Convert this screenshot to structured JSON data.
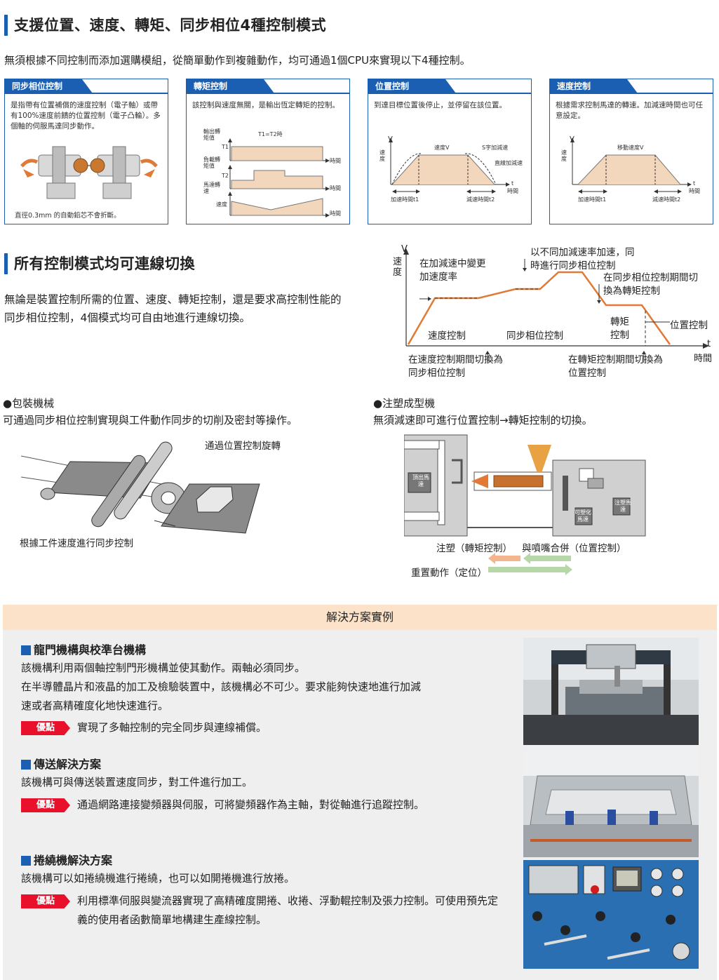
{
  "sec1": {
    "title": "支援位置、速度、轉矩、同步相位4種控制模式",
    "intro": "無須根據不同控制而添加選購模組，從簡單動作到複雜動作，均可通過1個CPU來實現以下4種控制。",
    "boxes": [
      {
        "title": "同步相位控制",
        "desc": "是指帶有位置補償的速度控制（電子軸）或帶有100%速度前饋的位置控制（電子凸輪）。多個軸的伺服馬達同步動作。",
        "note": "直徑0.3mm 的自動鉛芯不會折斷。"
      },
      {
        "title": "轉矩控制",
        "desc": "該控制與速度無關，是輸出恆定轉矩的控制。",
        "labels": {
          "out_torque": "輸出轉矩值",
          "t1": "T1",
          "t1t2": "T1=T2時",
          "load_torque": "負載轉矩值",
          "t2": "T2",
          "motor_speed": "馬達轉速",
          "speed": "速度",
          "time": "時間"
        }
      },
      {
        "title": "位置控制",
        "desc": "到達目標位置後停止，並停留在該位置。",
        "labels": {
          "v": "V",
          "speed_axis": "速度",
          "speed_v": "速度V",
          "s_curve": "S字加減速",
          "linear": "直線加減速",
          "t": "t",
          "time": "時間",
          "acc": "加速時間t1",
          "dec": "減速時間t2"
        }
      },
      {
        "title": "速度控制",
        "desc": "根據需求控制馬達的轉速。加減速時間也可任意設定。",
        "labels": {
          "v": "V",
          "speed_axis": "速度",
          "move_v": "移動速度V",
          "t": "t",
          "time": "時間",
          "acc": "加速時間t1",
          "dec": "減速時間t2"
        }
      }
    ]
  },
  "sec2": {
    "title": "所有控制模式均可連線切換",
    "desc": "無論是裝置控制所需的位置、速度、轉矩控制，還是要求高控制性能的同步相位控制，4個模式均可自由地進行連線切換。",
    "graph": {
      "v": "V",
      "speed": "速度",
      "t": "t",
      "time": "時間",
      "ann1": "在加減速中變更加速度率",
      "ann2": "以不同加減速率加速，同時進行同步相位控制",
      "ann3": "在同步相位控制期間切換為轉矩控制",
      "ann4": "在速度控制期間切換為同步相位控制",
      "ann5": "在轉矩控制期間切換為位置控制",
      "mode_speed": "速度控制",
      "mode_sync": "同步相位控制",
      "mode_torque": "轉矩控制",
      "mode_pos": "位置控制"
    }
  },
  "sec3": {
    "packaging": {
      "title": "●包裝機械",
      "desc": "可通過同步相位控制實現與工件動作同步的切削及密封等操作。",
      "label_top": "通過位置控制旋轉",
      "label_bottom": "根據工件速度進行同步控制"
    },
    "injection": {
      "title": "●注塑成型機",
      "desc": "無須減速即可進行位置控制→轉矩控制的切換。",
      "eject": "頂出馬達",
      "variable": "可塑化馬達",
      "inject": "注塑馬達",
      "cap1": "注塑（轉矩控制）",
      "cap2": "與噴嘴合併（位置控制）",
      "cap3": "重置動作（定位）"
    }
  },
  "solutions": {
    "banner": "解決方案實例",
    "items": [
      {
        "title": "龍門機構與校準台機構",
        "lines": [
          "該機構利用兩個軸控制門形機構並使其動作。兩軸必須同步。",
          "在半導體晶片和液晶的加工及檢驗裝置中，該機構必不可少。要求能夠快速地進行加減",
          "速或者高精確度化地快速進行。"
        ],
        "badge": "優點",
        "adv": "實現了多軸控制的完全同步與連線補償。"
      },
      {
        "title": "傳送解決方案",
        "lines": [
          "該機構可與傳送裝置速度同步，對工件進行加工。"
        ],
        "badge": "優點",
        "adv": "通過網路連接變頻器與伺服，可將變頻器作為主軸，對從軸進行追蹤控制。"
      },
      {
        "title": "捲繞機解決方案",
        "lines": [
          "該機構可以如捲繞機進行捲繞，也可以如開捲機進行放捲。"
        ],
        "badge": "優點",
        "adv": "利用標準伺服與變流器實現了高精確度開捲、收捲、浮動輥控制及張力控制。可使用預先定義的使用者函數簡單地構建生產線控制。"
      }
    ]
  },
  "colors": {
    "accent": "#1b5fb3",
    "orange": "#e07a35",
    "badge": "#e8102a",
    "banner": "#fbe2c9"
  }
}
